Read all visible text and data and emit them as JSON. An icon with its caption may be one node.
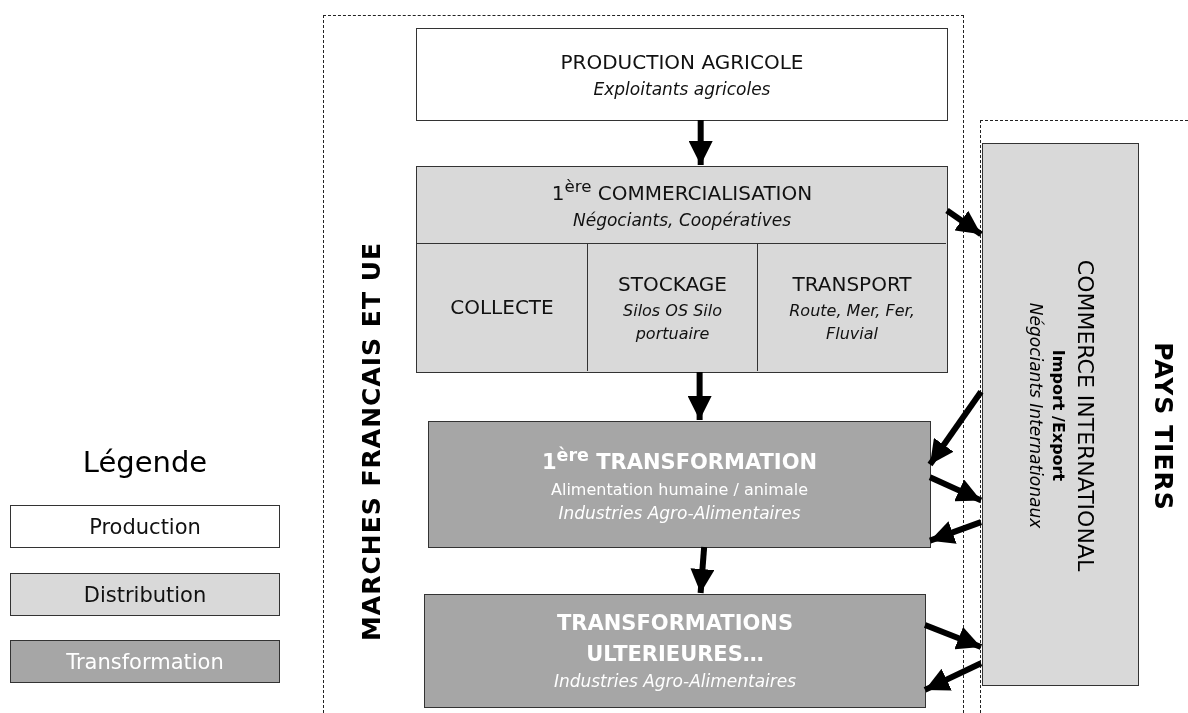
{
  "diagram": {
    "nodes": [
      {
        "text": [
          "MARCHES FRANCAIS ET UE"
        ]
      },
      {
        "text": [
          "PRODUCTION AGRICOLE",
          "Exploitants agricoles"
        ],
        "in": 0
      },
      {
        "text": [
          "1$^{ère}$ COMMERCIALISATION",
          "Négociants, Coopératives"
        ],
        "in": 0
      },
      {
        "text": [
          "COLLECTE"
        ],
        "in": 2
      },
      {
        "text": [
          "STOCKAGE",
          "Silos OS Silo portuaire"
        ],
        "in": 2
      },
      {
        "text": [
          "TRANSPORT",
          "Route, Mer, Fer, Fluvial"
        ],
        "in": 2
      },
      {
        "text": [
          "1$^{ère}$ TRANSFORMATION",
          "Alimentation humaine / animale",
          "Industries Agro-Alimentaires"
        ],
        "in": 0
      },
      {
        "text": [
          "TRANSFORMATIONS ULTERIEURES…",
          "Industries Agro-Alimentaires"
        ],
        "in": 0
      },
      {
        "text": [
          "PAYS TIERS"
        ]
      },
      {
        "text": [
          "COMMERCE INTERNATIONAL",
          "Import /Export",
          "Négociants Internationaux"
        ],
        "in": 8
      }
    ],
    "edges": [
      {
        "from": 1,
        "to": 2,
        "arrow": "to"
      },
      {
        "from": 2,
        "to": 9,
        "arrow": "to"
      },
      {
        "from": 2,
        "to": 6,
        "arrow": "to"
      },
      {
        "from": 9,
        "to": 6,
        "arrow": "to"
      },
      {
        "from": 6,
        "to": 9,
        "arrow": "to"
      },
      {
        "from": 9,
        "to": 6,
        "arrow": "to"
      },
      {
        "from": 6,
        "to": 7,
        "arrow": "to"
      },
      {
        "from": 7,
        "to": 9,
        "arrow": "to"
      },
      {
        "from": 9,
        "to": 7,
        "arrow": "to"
      }
    ],
    "labels": [
      "Légende"
    ],
    "legend": [
      {
        "text": "Production",
        "color": "#ffffff"
      },
      {
        "text": "Distribution",
        "color": "#d9d9d9"
      },
      {
        "text": "Transformation",
        "color": "#a6a6a6"
      }
    ]
  }
}
